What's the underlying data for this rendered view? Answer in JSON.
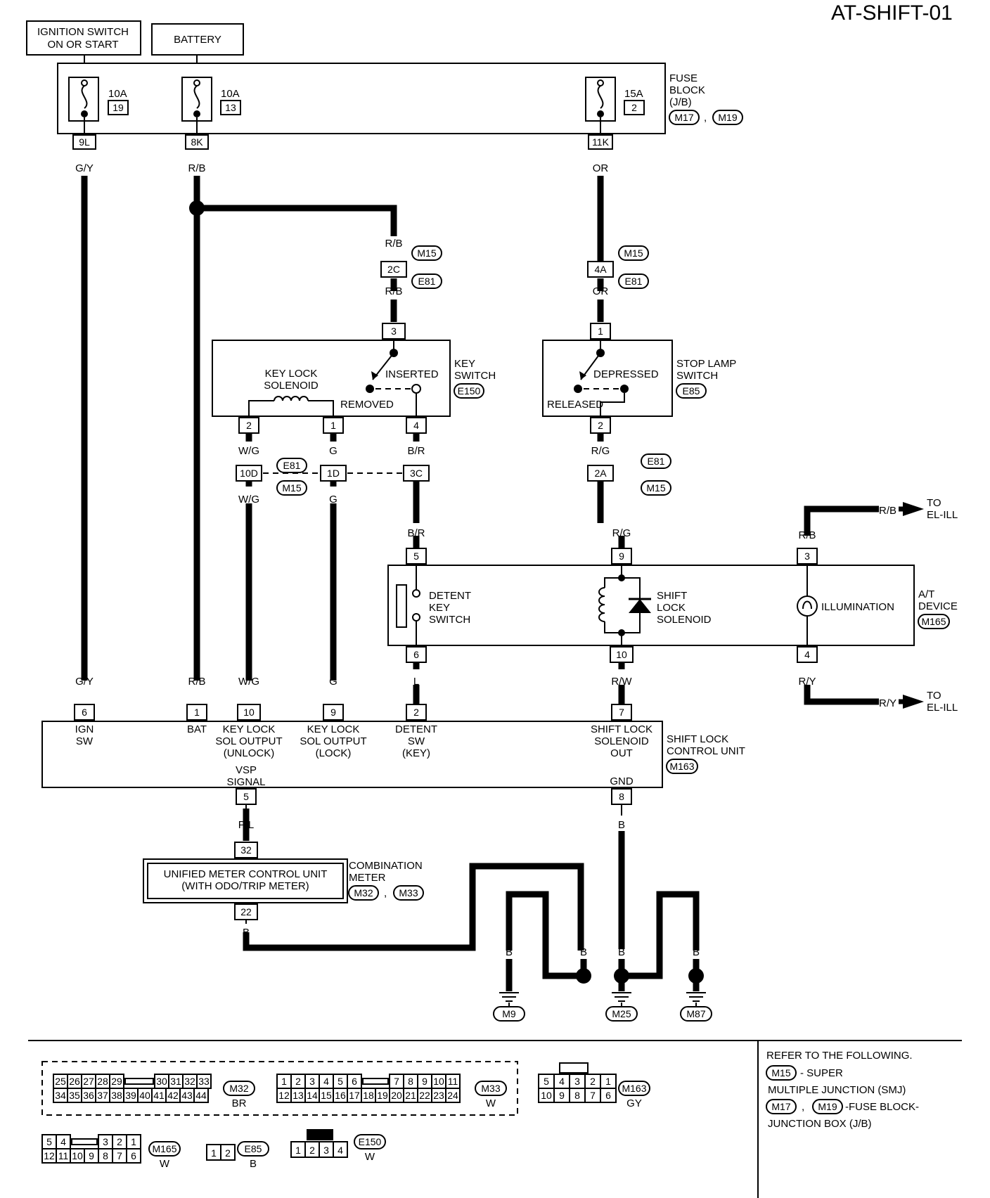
{
  "title": "AT-SHIFT-01",
  "sources": {
    "ignition_line1": "IGNITION SWITCH",
    "ignition_line2": "ON OR START",
    "battery": "BATTERY"
  },
  "fuse_block": {
    "label_lines": [
      "FUSE",
      "BLOCK",
      "(J/B)"
    ],
    "conn_a": "M17",
    "conn_b": "M19",
    "sep": ",",
    "fuses": [
      {
        "amp": "10A",
        "num": "19",
        "pin": "9L",
        "wire": "G/Y"
      },
      {
        "amp": "10A",
        "num": "13",
        "pin": "8K",
        "wire": "R/B"
      },
      {
        "amp": "15A",
        "num": "2",
        "pin": "11K",
        "wire": "OR"
      }
    ]
  },
  "junctions": {
    "left": {
      "top_wire": "R/B",
      "pin": "2C",
      "bottom_wire": "R/B",
      "conn_top": "M15",
      "conn_bottom": "E81"
    },
    "right": {
      "top_wire": "OR",
      "pin": "4A",
      "bottom_wire": "OR",
      "conn_top": "M15",
      "conn_bottom": "E81"
    }
  },
  "key_switch": {
    "label_lines": [
      "KEY",
      "SWITCH"
    ],
    "conn": "E150",
    "pin_top": "3",
    "solenoid_lines": [
      "KEY LOCK",
      "SOLENOID"
    ],
    "inserted": "INSERTED",
    "removed": "REMOVED",
    "pins_bottom": [
      "2",
      "1",
      "4"
    ]
  },
  "stop_lamp": {
    "label_lines": [
      "STOP LAMP",
      "SWITCH"
    ],
    "conn": "E85",
    "pin_top": "1",
    "depressed": "DEPRESSED",
    "released": "RELEASED",
    "pin_bottom": "2"
  },
  "mid_junction": {
    "wires_top": [
      "W/G",
      "G",
      "B/R"
    ],
    "pins": [
      "10D",
      "1D",
      "3C"
    ],
    "wires_bottom": [
      "W/G",
      "G",
      "B/R"
    ],
    "conn_top": "E81",
    "conn_bottom": "M15",
    "right_wire_top": "R/G",
    "right_pin": "2A",
    "right_wire_bottom": "R/G",
    "right_conn_top": "E81",
    "right_conn_bottom": "M15"
  },
  "at_device": {
    "label_lines": [
      "A/T",
      "DEVICE"
    ],
    "conn": "M165",
    "pins_top": [
      "5",
      "9",
      "3"
    ],
    "pins_bottom": [
      "6",
      "10",
      "4"
    ],
    "detent_lines": [
      "DETENT",
      "KEY",
      "SWITCH"
    ],
    "solenoid_lines": [
      "SHIFT",
      "LOCK",
      "SOLENOID"
    ],
    "illum": "ILLUMINATION",
    "wire_top_right": "R/B",
    "wire_bottom_right": "R/Y",
    "to_top_wire": "R/B",
    "to_bottom_wire": "R/Y",
    "to_line1": "TO",
    "to_line2": "EL-ILL",
    "wire_left_bottom": "L",
    "wire_mid_bottom": "R/W"
  },
  "control_unit": {
    "label_lines": [
      "SHIFT LOCK",
      "CONTROL UNIT"
    ],
    "conn": "M163",
    "wires": [
      "G/Y",
      "R/B",
      "W/G",
      "G",
      "L",
      "R/W"
    ],
    "pins": [
      "6",
      "1",
      "10",
      "9",
      "2",
      "7"
    ],
    "terms": [
      [
        "IGN",
        "SW"
      ],
      [
        "BAT"
      ],
      [
        "KEY LOCK",
        "SOL OUTPUT",
        "(UNLOCK)"
      ],
      [
        "KEY LOCK",
        "SOL OUTPUT",
        "(LOCK)"
      ],
      [
        "DETENT",
        "SW",
        "(KEY)"
      ],
      [
        "SHIFT LOCK",
        "SOLENOID",
        "OUT"
      ]
    ],
    "vsp_lines": [
      "VSP",
      "SIGNAL"
    ],
    "vsp_pin": "5",
    "vsp_wire": "P/L",
    "gnd": "GND",
    "gnd_pin": "8",
    "gnd_wire": "B"
  },
  "meter": {
    "unit_lines": [
      "UNIFIED METER CONTROL UNIT",
      "(WITH ODO/TRIP METER)"
    ],
    "label_lines": [
      "COMBINATION",
      "METER"
    ],
    "conn_a": "M32",
    "conn_b": "M33",
    "sep": ",",
    "pin_top": "32",
    "pin_bottom": "22",
    "wire": "B"
  },
  "grounds": {
    "wires": [
      "B",
      "B",
      "B",
      "B",
      "B",
      "B"
    ],
    "labels": [
      "M9",
      "M25",
      "M87"
    ]
  },
  "connectors": {
    "m32": {
      "row1a": [
        "25",
        "26",
        "27",
        "28",
        "29"
      ],
      "row1b": [
        "30",
        "31",
        "32",
        "33"
      ],
      "row2": [
        "34",
        "35",
        "36",
        "37",
        "38",
        "39",
        "40",
        "41",
        "42",
        "43",
        "44"
      ],
      "id": "M32",
      "color": "BR"
    },
    "m33": {
      "row1a": [
        "1",
        "2",
        "3",
        "4",
        "5",
        "6"
      ],
      "row1b": [
        "7",
        "8",
        "9",
        "10",
        "11"
      ],
      "row2": [
        "12",
        "13",
        "14",
        "15",
        "16",
        "17",
        "18",
        "19",
        "20",
        "21",
        "22",
        "23",
        "24"
      ],
      "id": "M33",
      "color": "W"
    },
    "m163": {
      "row1": [
        "5",
        "4",
        "3",
        "2",
        "1"
      ],
      "row2": [
        "10",
        "9",
        "8",
        "7",
        "6"
      ],
      "id": "M163",
      "color": "GY"
    },
    "m165": {
      "row1a": [
        "5",
        "4"
      ],
      "row1b": [
        "3",
        "2",
        "1"
      ],
      "row2": [
        "12",
        "11",
        "10",
        "9",
        "8",
        "7",
        "6"
      ],
      "id": "M165",
      "color": "W"
    },
    "e85": {
      "row1": [
        "1",
        "2"
      ],
      "id": "E85",
      "color": "B"
    },
    "e150": {
      "row1": [
        "1",
        "2",
        "3",
        "4"
      ],
      "id": "E150",
      "color": "W"
    }
  },
  "refer": {
    "heading": "REFER TO THE FOLLOWING.",
    "smj_conn": "M15",
    "smj_line1": "- SUPER",
    "smj_line2": "MULTIPLE JUNCTION (SMJ)",
    "fb_conn_a": "M17",
    "fb_sep": ",",
    "fb_conn_b": "M19",
    "fb_line1": "-FUSE BLOCK-",
    "fb_line2": "JUNCTION BOX (J/B)"
  }
}
